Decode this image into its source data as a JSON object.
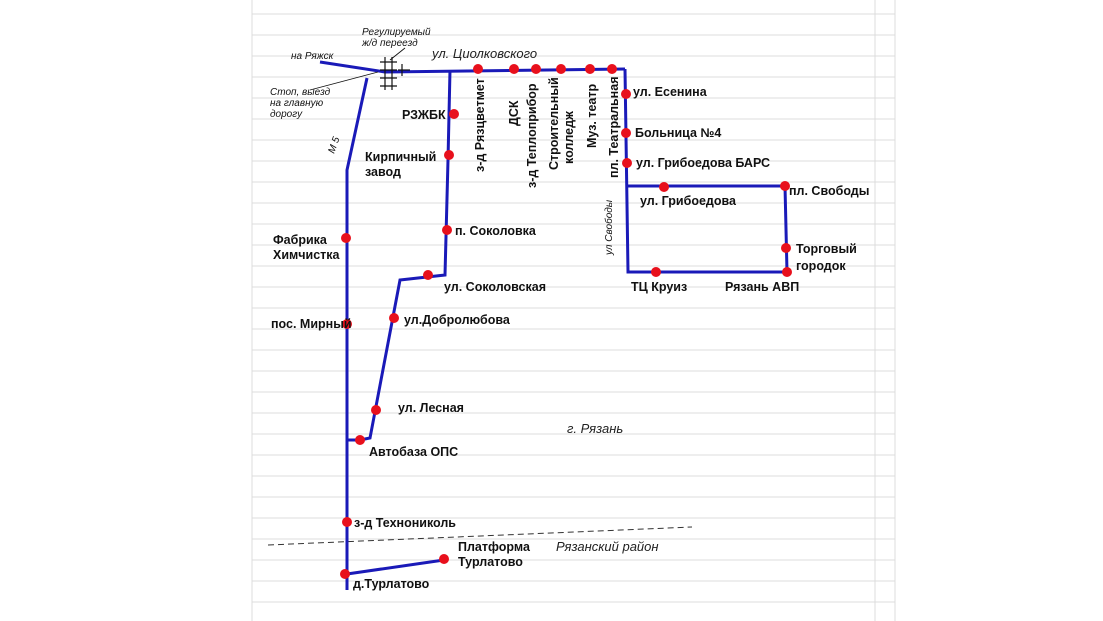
{
  "map": {
    "colors": {
      "route": "#1a1ab8",
      "stop": "#e8101c",
      "grid": "#dcdcdc",
      "boundary": "#333333"
    },
    "labels": {
      "na_ryazhsk": "на Ряжск",
      "regulated_crossing_1": "Регулируемый",
      "regulated_crossing_2": "ж/д переезд",
      "stop_exit_1": "Стоп, выезд",
      "stop_exit_2": "на главную",
      "stop_exit_3": "дорогу",
      "m5": "М 5",
      "tsiolkovskogo": "ул. Циолковского",
      "rzhbk": "РЗЖБК",
      "kirpichny_1": "Кирпичный",
      "kirpichny_2": "завод",
      "zd_ryaztsvetmet": "з-д Рязцветмет",
      "dsk": "ДСК",
      "zd_teplopribor": "з-д Теплоприбор",
      "stroitelny_1": "Строительный",
      "stroitelny_2": "колледж",
      "muz_teatr": "Муз. театр",
      "pl_teatralnaya": "пл. Театральная",
      "esenina": "ул. Есенина",
      "bolnitsa": "Больница №4",
      "griboedova_bars": "ул. Грибоедова БАРС",
      "ul_svobody": "ул Свободы",
      "pl_svobody": "пл. Свободы",
      "griboedova": "ул. Грибоедова",
      "torgovy_1": "Торговый",
      "torgovy_2": "городок",
      "tts_kruiz": "ТЦ Круиз",
      "ryazan_avp": "Рязань АВП",
      "fabrika_1": "Фабрика",
      "fabrika_2": "Химчистка",
      "p_sokolovka": "п. Соколовка",
      "sokolovskaya": "ул. Соколовская",
      "pos_mirny": "пос. Мирный",
      "dobrolyubova": "ул.Добролюбова",
      "lesnaya": "ул. Лесная",
      "g_ryazan": "г. Рязань",
      "avtobaza": "Автобаза ОПС",
      "zd_tekhnonikol": "з-д Технониколь",
      "platforma_1": "Платформа",
      "platforma_2": "Турлатово",
      "ryazansky_rayon": "Рязанский район",
      "d_turlatovo": "д.Турлатово"
    }
  }
}
